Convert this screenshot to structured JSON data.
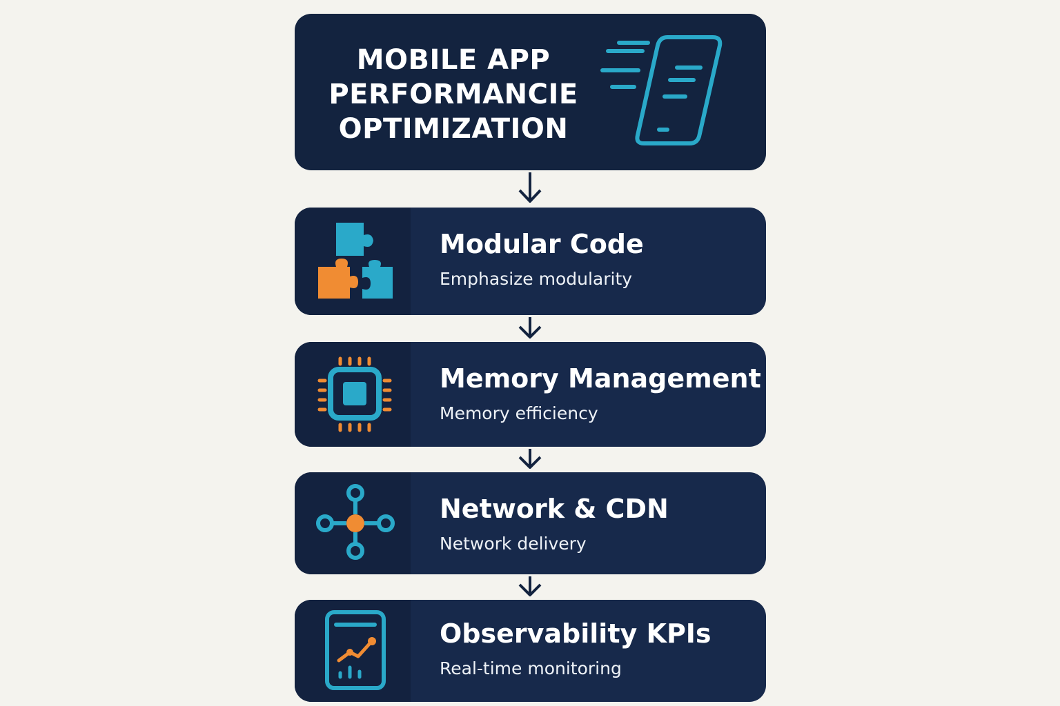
{
  "header": {
    "title": "MOBILE APP\nPERFORMANCIE\nOPTIMIZATION",
    "icon": "phone-speed-icon"
  },
  "steps": [
    {
      "title": "Modular Code",
      "subtitle": "Emphasize modularity",
      "icon": "puzzle-icon"
    },
    {
      "title": "Memory Management",
      "subtitle": "Memory efficiency",
      "icon": "chip-icon"
    },
    {
      "title": "Network & CDN",
      "subtitle": "Network delivery",
      "icon": "network-icon"
    },
    {
      "title": "Observability KPIs",
      "subtitle": "Real-time monitoring",
      "icon": "dashboard-icon"
    }
  ],
  "colors": {
    "background": "#f4f3ee",
    "box_dark": "#13233f",
    "box_step": "#17294b",
    "accent_teal": "#2aa9c9",
    "accent_orange": "#f08c33",
    "arrow": "#13233f"
  }
}
